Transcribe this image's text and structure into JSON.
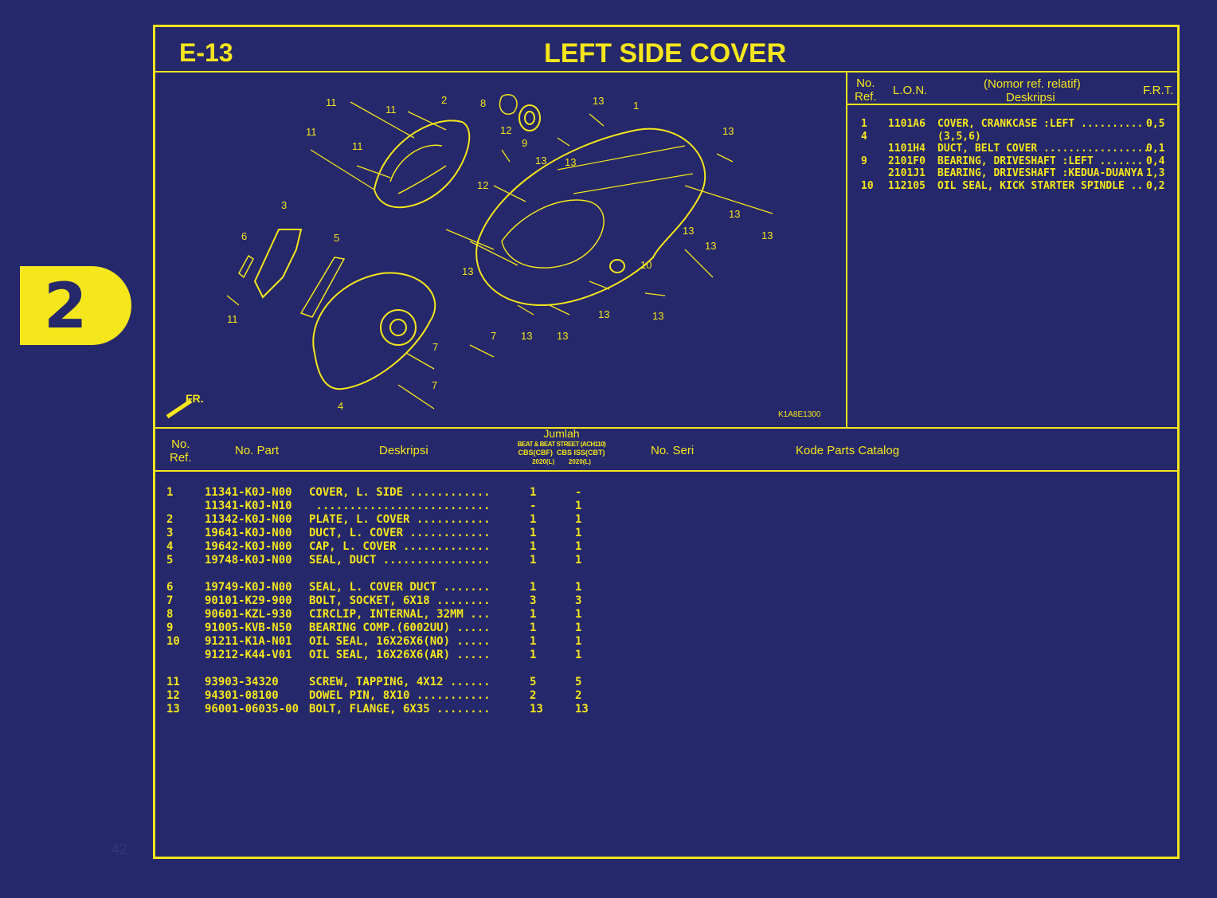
{
  "section_tab": "2",
  "page_number": "42",
  "header": {
    "code": "E-13",
    "title": "LEFT SIDE COVER"
  },
  "diagram": {
    "callouts": [
      "11",
      "11",
      "2",
      "8",
      "13",
      "1",
      "11",
      "11",
      "12",
      "9",
      "13",
      "13",
      "13",
      "12",
      "3",
      "13",
      "6",
      "5",
      "13",
      "13",
      "13",
      "13",
      "10",
      "11",
      "13",
      "13",
      "7",
      "13",
      "13",
      "7",
      "7",
      "4"
    ],
    "front_label": "FR.",
    "drawing_code": "K1A8E1300"
  },
  "frt_table": {
    "headers": {
      "no_ref": "No.\nRef.",
      "lon": "L.O.N.",
      "desc_top": "(Nomor ref. relatif)",
      "desc": "Deskripsi",
      "frt": "F.R.T."
    },
    "rows": [
      {
        "ref": "1",
        "lon": "1101A6",
        "desc": "COVER, CRANKCASE :LEFT ..........",
        "frt": "0,5"
      },
      {
        "ref": "4",
        "lon": "",
        "desc": "(3,5,6)",
        "frt": ""
      },
      {
        "ref": "",
        "lon": "1101H4",
        "desc": "DUCT, BELT COVER .................",
        "frt": "0,1"
      },
      {
        "ref": "9",
        "lon": "2101F0",
        "desc": "BEARING, DRIVESHAFT :LEFT .......",
        "frt": "0,4"
      },
      {
        "ref": "",
        "lon": "2101J1",
        "desc": "BEARING, DRIVESHAFT :KEDUA-DUANYA",
        "frt": "1,3"
      },
      {
        "ref": "10",
        "lon": "112105",
        "desc": "OIL SEAL, KICK STARTER SPINDLE ..",
        "frt": "0,2"
      }
    ]
  },
  "parts_table": {
    "headers": {
      "no_ref": "No.\nRef.",
      "part_no": "No. Part",
      "desc": "Deskripsi",
      "jumlah": "Jumlah",
      "model": "BEAT & BEAT STREET (ACH110)",
      "col1": "CBS(CBF)",
      "col2": "CBS ISS(CBT)",
      "col1_year": "2020(L)",
      "col2_year": "2020(L)",
      "serial": "No. Seri",
      "catalog": "Kode Parts Catalog"
    },
    "rows": [
      {
        "ref": "1",
        "part": "11341-K0J-N00",
        "desc": "COVER, L. SIDE ............",
        "q1": "1",
        "q2": "-"
      },
      {
        "ref": "",
        "part": "11341-K0J-N10",
        "desc": " ..........................",
        "q1": "-",
        "q2": "1"
      },
      {
        "ref": "2",
        "part": "11342-K0J-N00",
        "desc": "PLATE, L. COVER ...........",
        "q1": "1",
        "q2": "1"
      },
      {
        "ref": "3",
        "part": "19641-K0J-N00",
        "desc": "DUCT, L. COVER ............",
        "q1": "1",
        "q2": "1"
      },
      {
        "ref": "4",
        "part": "19642-K0J-N00",
        "desc": "CAP, L. COVER .............",
        "q1": "1",
        "q2": "1"
      },
      {
        "ref": "5",
        "part": "19748-K0J-N00",
        "desc": "SEAL, DUCT ................",
        "q1": "1",
        "q2": "1"
      },
      {
        "ref": "6",
        "part": "19749-K0J-N00",
        "desc": "SEAL, L. COVER DUCT .......",
        "q1": "1",
        "q2": "1"
      },
      {
        "ref": "7",
        "part": "90101-K29-900",
        "desc": "BOLT, SOCKET, 6X18 ........",
        "q1": "3",
        "q2": "3"
      },
      {
        "ref": "8",
        "part": "90601-KZL-930",
        "desc": "CIRCLIP, INTERNAL, 32MM ...",
        "q1": "1",
        "q2": "1"
      },
      {
        "ref": "9",
        "part": "91005-KVB-N50",
        "desc": "BEARING COMP.(6002UU) .....",
        "q1": "1",
        "q2": "1"
      },
      {
        "ref": "10",
        "part": "91211-K1A-N01",
        "desc": "OIL SEAL, 16X26X6(NO) .....",
        "q1": "1",
        "q2": "1"
      },
      {
        "ref": "",
        "part": "91212-K44-V01",
        "desc": "OIL SEAL, 16X26X6(AR) .....",
        "q1": "1",
        "q2": "1"
      },
      {
        "ref": "11",
        "part": "93903-34320",
        "desc": "SCREW, TAPPING, 4X12 ......",
        "q1": "5",
        "q2": "5"
      },
      {
        "ref": "12",
        "part": "94301-08100",
        "desc": "DOWEL PIN, 8X10 ...........",
        "q1": "2",
        "q2": "2"
      },
      {
        "ref": "13",
        "part": "96001-06035-00",
        "desc": "BOLT, FLANGE, 6X35 ........",
        "q1": "13",
        "q2": "13"
      }
    ]
  },
  "colors": {
    "background": "#25286a",
    "accent": "#f6e61c"
  }
}
